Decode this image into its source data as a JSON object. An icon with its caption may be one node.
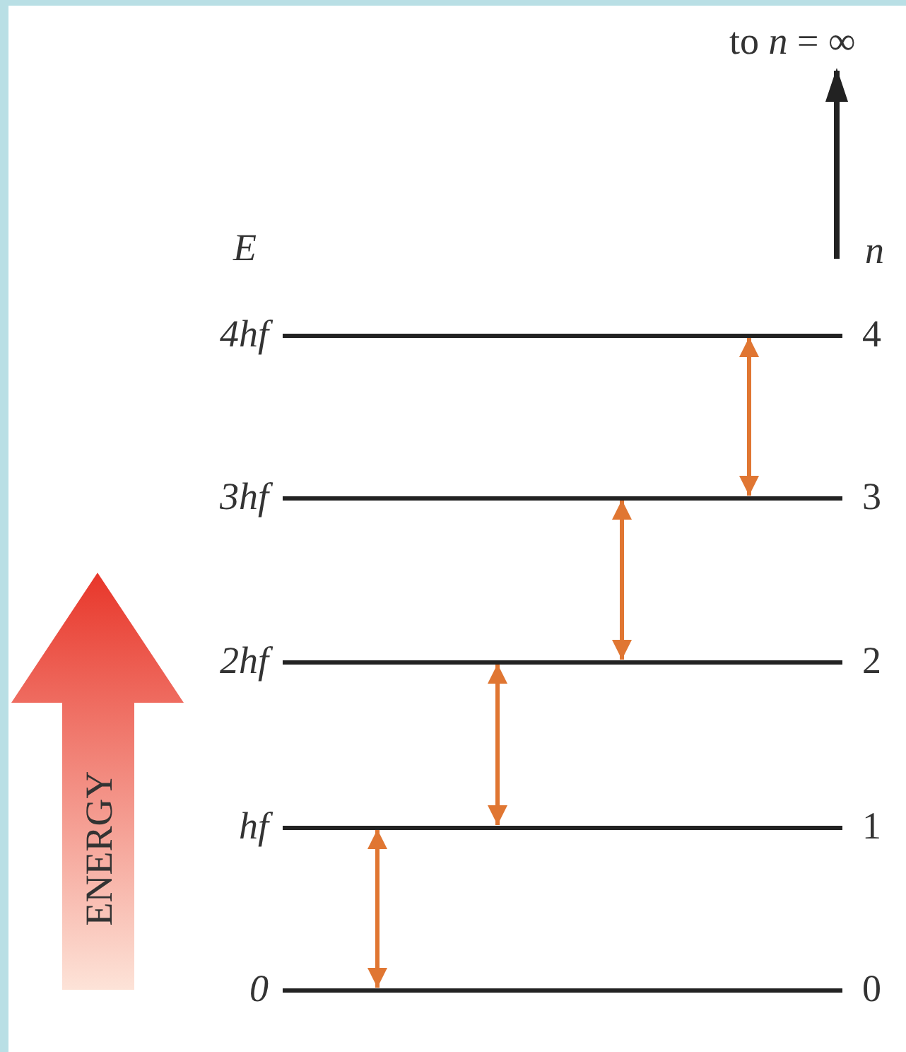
{
  "diagram": {
    "nodes": [
      {
        "text": [],
        "shape": "bar",
        "beside": [
          "0",
          "0"
        ]
      },
      {
        "text": [],
        "shape": "bar",
        "beside": [
          "hf",
          "1"
        ]
      },
      {
        "text": [],
        "shape": "bar",
        "beside": [
          "2hf",
          "2"
        ]
      },
      {
        "text": [],
        "shape": "bar",
        "beside": [
          "3hf",
          "3"
        ]
      },
      {
        "text": [],
        "shape": "bar",
        "beside": [
          "4hf",
          "4"
        ]
      }
    ],
    "edges": [
      {
        "from": 0,
        "to": 1,
        "arrow": "both"
      },
      {
        "from": 1,
        "to": 2,
        "arrow": "both"
      },
      {
        "from": 2,
        "to": 3,
        "arrow": "both"
      },
      {
        "from": 3,
        "to": 4,
        "arrow": "both"
      }
    ],
    "labels": [
      "to *n* = ∞",
      "E",
      "n",
      "ENERGY"
    ]
  }
}
